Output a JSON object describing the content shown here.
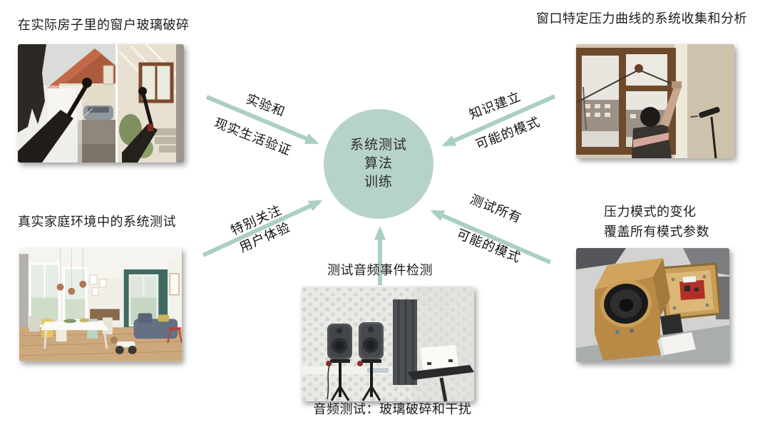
{
  "hub": {
    "line1": "系统测试",
    "line2": "算法",
    "line3": "训练"
  },
  "labels": {
    "top_left_title": "在实际房子里的窗户玻璃破碎",
    "top_right_title": "窗口特定压力曲线的系统收集和分析",
    "mid_left_title": "真实家庭环境中的系统测试",
    "mid_right_title_line1": "压力模式的变化",
    "mid_right_title_line2": "覆盖所有模式参数",
    "bottom_center_title": "测试音频事件检测",
    "bottom_caption": "音频测试：玻璃破碎和干扰"
  },
  "arrow_labels": {
    "experiment_line1": "实验和",
    "experiment_line2": "现实生活验证",
    "knowledge_line1": "知识建立",
    "knowledge_line2": "可能的模式",
    "ux_line1": "特别关注",
    "ux_line2": "用户体验",
    "testall_line1": "测试所有",
    "testall_line2": "可能的模式"
  },
  "colors": {
    "hub_fill": "#b6d3c7",
    "arrow": "#abcfc0",
    "text": "#1c1c1c"
  }
}
